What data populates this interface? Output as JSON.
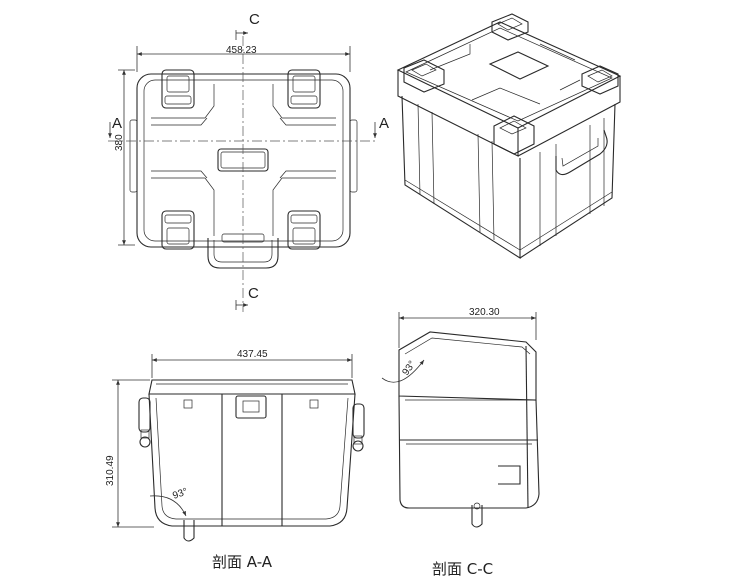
{
  "views": {
    "top": {
      "width_dim": "458.23",
      "height_dim": "380",
      "section_a_left": "A",
      "section_a_right": "A",
      "section_c_top": "C",
      "section_c_bottom": "C"
    },
    "section_aa": {
      "width_dim": "437.45",
      "height_dim": "310.49",
      "angle": "93°",
      "caption": "剖面 A-A"
    },
    "section_cc": {
      "width_dim": "320.30",
      "angle": "93°",
      "caption": "剖面 C-C"
    }
  }
}
